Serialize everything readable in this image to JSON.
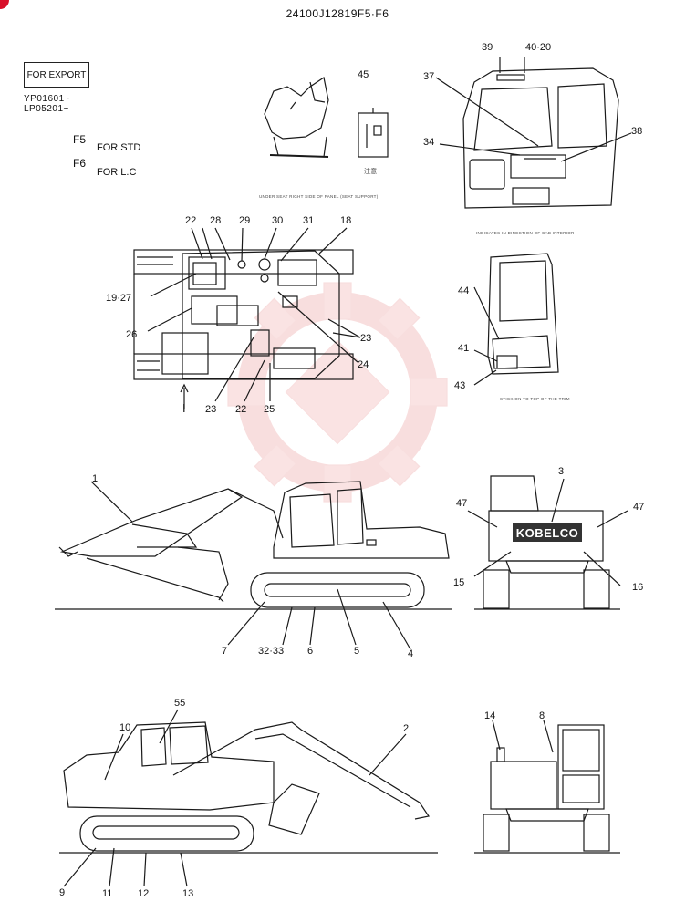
{
  "doc_number": "24100J12819F5·F6",
  "export_label": "FOR EXPORT",
  "serials": [
    "YP01601~",
    "LP05201~"
  ],
  "variants": [
    {
      "code": "F5",
      "desc": "FOR STD"
    },
    {
      "code": "F6",
      "desc": "FOR L.C"
    }
  ],
  "brand": "KOBELCO",
  "seat_caption": "UNDER SEAT RIGHT SIDE OF PANEL (SEAT SUPPORT)",
  "decal45_caption": "注意",
  "cab_caption": "INDICATES IN DIRECTION OF CAB INTERIOR",
  "door_caption": "STICK ON TO TOP OF THE TRIM",
  "view_arrow": "I",
  "callouts": {
    "c1": "1",
    "c2": "2",
    "c3": "3",
    "c4": "4",
    "c5": "5",
    "c6": "6",
    "c7": "7",
    "c8": "8",
    "c9": "9",
    "c10": "10",
    "c11": "11",
    "c12": "12",
    "c13": "13",
    "c14": "14",
    "c15": "15",
    "c16": "16",
    "c18": "18",
    "c19_27": "19·27",
    "c22a": "22",
    "c22b": "22",
    "c23a": "23",
    "c23b": "23",
    "c24": "24",
    "c25": "25",
    "c26": "26",
    "c28": "28",
    "c29": "29",
    "c30": "30",
    "c31": "31",
    "c32_33": "32·33",
    "c34": "34",
    "c37": "37",
    "c38": "38",
    "c39": "39",
    "c40_20": "40·20",
    "c41": "41",
    "c43": "43",
    "c44": "44",
    "c45": "45",
    "c47a": "47",
    "c47b": "47",
    "c55": "55"
  },
  "colors": {
    "line": "#1a1a1a",
    "watermark": "#f2b8b8",
    "corner": "#d8102a"
  }
}
